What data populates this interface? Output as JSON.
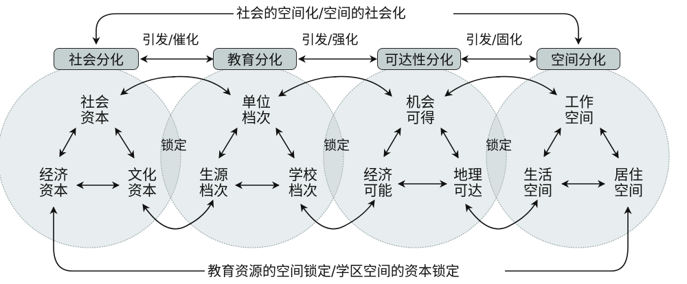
{
  "top_cycle_label": "社会的空间化/空间的社会化",
  "bottom_cycle_label": "教育资源的空间锁定/学区空间的资本锁定",
  "colors": {
    "circle_fill": "#e8eeef",
    "lens_fill": "#d8e0e2",
    "box_fill": "#c5d0d1",
    "line": "#111111"
  },
  "stages": [
    {
      "label": "社会分化"
    },
    {
      "label": "教育分化"
    },
    {
      "label": "可达性分化"
    },
    {
      "label": "空间分化"
    }
  ],
  "links": [
    "引发/催化",
    "引发/强化",
    "引发/固化"
  ],
  "locks": [
    "锁定",
    "锁定",
    "锁定"
  ],
  "triangles": [
    {
      "top": "社会\n资本",
      "left": "经济\n资本",
      "right": "文化\n资本"
    },
    {
      "top": "单位\n档次",
      "left": "生源\n档次",
      "right": "学校\n档次"
    },
    {
      "top": "机会\n可得",
      "left": "经济\n可能",
      "right": "地理\n可达"
    },
    {
      "top": "工作\n空间",
      "left": "生活\n空间",
      "right": "居住\n空间"
    }
  ]
}
